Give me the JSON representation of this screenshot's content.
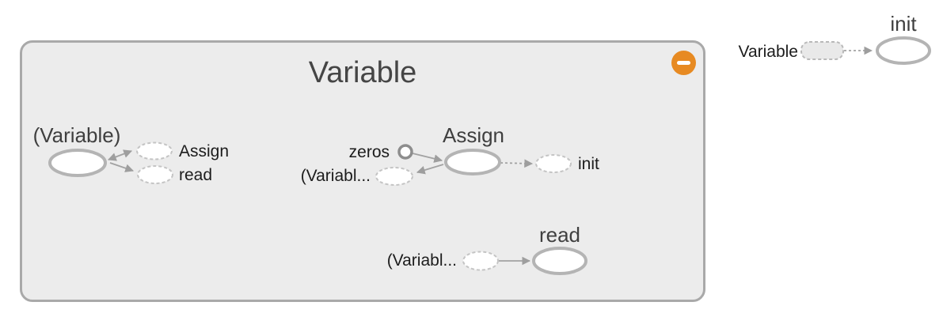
{
  "graph": {
    "group_node": {
      "title": "Variable",
      "collapse_icon": "minus"
    },
    "nodes": {
      "variable_internal": "(Variable)",
      "assign": "Assign",
      "read": "read",
      "init_aux": "init"
    },
    "annotations": {
      "assign_ref": "Assign",
      "read_ref": "read",
      "zeros_input": "zeros",
      "variable_input_assign": "(Variabl...",
      "init_ref": "init",
      "variable_input_read": "(Variabl...",
      "variable_ref_aux": "Variable"
    },
    "colors": {
      "group_fill": "#ececec",
      "group_border": "#a9a9a9",
      "node_stroke": "#b4b4b4",
      "dashed_stroke": "#c4c4c4",
      "edge": "#a2a2a2",
      "arrowhead": "#9e9e9e",
      "collapse_button": "#e78a22",
      "title_text": "#454545",
      "label_text": "#1c1c1c"
    }
  }
}
